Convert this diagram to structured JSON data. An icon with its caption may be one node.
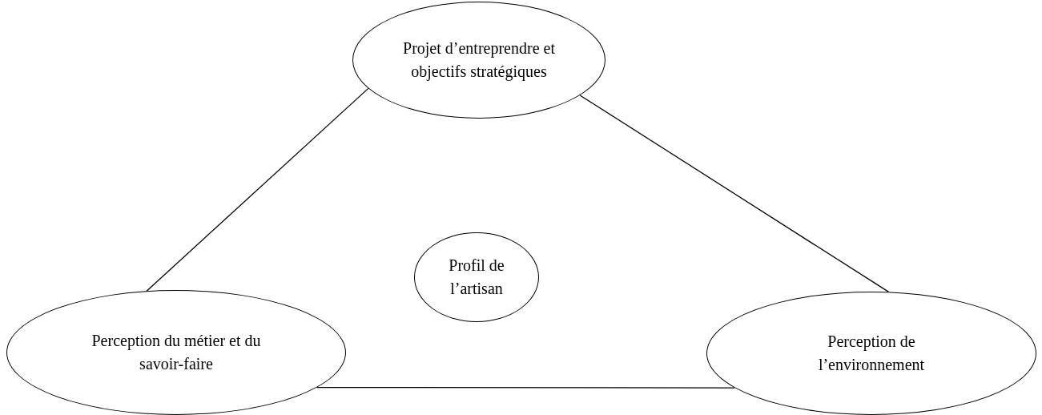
{
  "diagram": {
    "nodes": [
      {
        "text": [
          "Projet d’entreprendre et objectifs stratégiques"
        ]
      },
      {
        "text": [
          "Profil de l’artisan"
        ]
      },
      {
        "text": [
          "Perception du métier et du savoir-faire"
        ]
      },
      {
        "text": [
          "Perception de l’environnement"
        ]
      }
    ],
    "edges": [
      {
        "from": 0,
        "to": 2,
        "arrow": "none"
      },
      {
        "from": 0,
        "to": 3,
        "arrow": "none"
      },
      {
        "from": 2,
        "to": 3,
        "arrow": "none"
      }
    ]
  }
}
